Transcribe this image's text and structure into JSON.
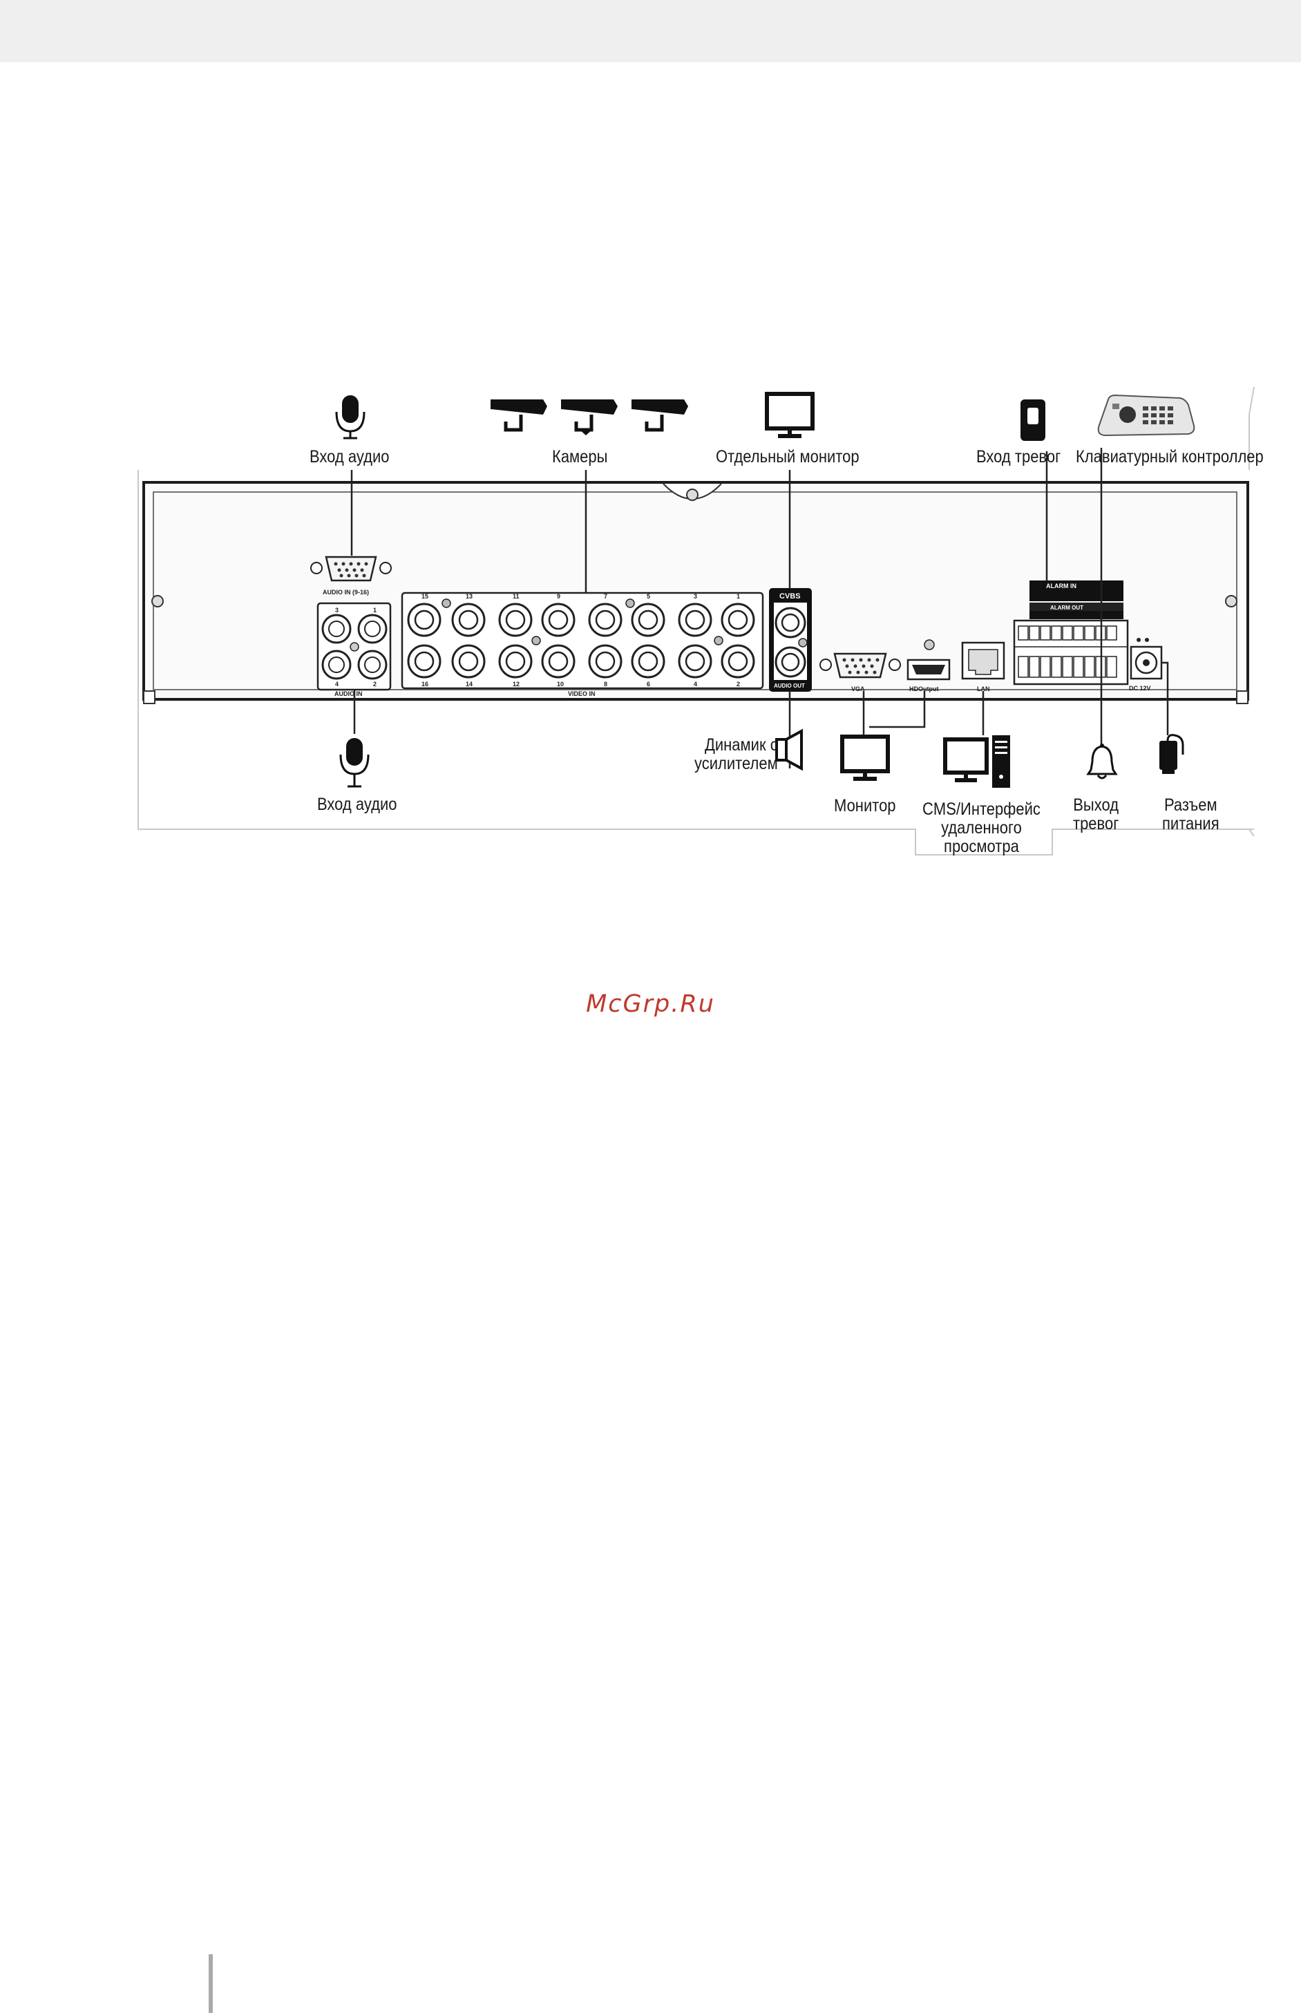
{
  "labels": {
    "audio_in_top": "Вход аудио",
    "cameras": "Камеры",
    "separate_monitor": "Отдельный монитор",
    "alarm_in": "Вход тревог",
    "keyboard_controller": "Клавиатурный контроллер",
    "speaker": [
      "Динамик с",
      "усилителем"
    ],
    "audio_in_bottom": "Вход аудио",
    "monitor": "Монитор",
    "cms": [
      "CMS/Интерфейс",
      "удаленного",
      "просмотра"
    ],
    "alarm_out": [
      "Выход",
      "тревог"
    ],
    "power": [
      "Разъем",
      "питания"
    ]
  },
  "panel_text": {
    "audio_in_9_16": "AUDIO IN (9-16)",
    "audio_in": "AUDIO IN",
    "video_in": "VIDEO IN",
    "cvbs": "CVBS",
    "audio_out": "AUDIO OUT",
    "vga": "VGA",
    "hd_output": "HDOutput",
    "lan": "LAN",
    "dc": "DC 12V",
    "alarm_in": "ALARM IN",
    "alarm_out": "ALARM OUT",
    "audio_top_nums": [
      "3",
      "1"
    ],
    "audio_bottom_nums": [
      "4",
      "2"
    ],
    "video_top_nums": [
      "15",
      "13",
      "11",
      "9",
      "7",
      "5",
      "3",
      "1"
    ],
    "video_bottom_nums": [
      "16",
      "14",
      "12",
      "10",
      "8",
      "6",
      "4",
      "2"
    ]
  },
  "watermark": "McGrp.Ru",
  "icons": [
    "microphone-icon",
    "camera-icon",
    "monitor-icon",
    "alarm-sensor-icon",
    "keyboard-controller-icon",
    "speaker-icon",
    "computer-icon",
    "bell-icon",
    "power-plug-icon"
  ]
}
